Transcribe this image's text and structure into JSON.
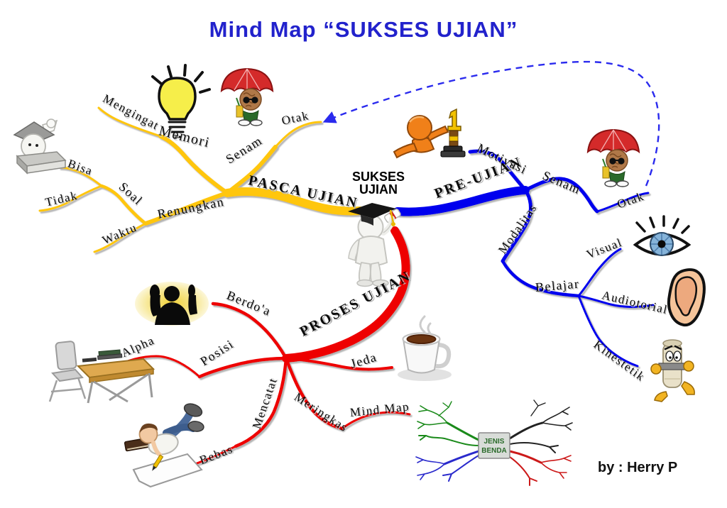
{
  "title": "Mind Map “SUKSES UJIAN”",
  "credit": "by : Herry P",
  "center_node": {
    "line1": "SUKSES",
    "line2": "UJIAN"
  },
  "colors": {
    "title_blue": "#2222cc",
    "pasca_yellow": "#ffc60a",
    "pre_blue": "#0000ee",
    "proses_red": "#ee0000",
    "dashed_arrow_blue": "#2a2aee",
    "label_black": "#0a0a0a"
  },
  "branches": {
    "pasca": {
      "label": "PASCA UJIAN",
      "memori": "Memori",
      "mengingat": "Mengingat",
      "senam": "Senam",
      "otak": "Otak",
      "renungkan": "Renungkan",
      "soal": "Soal",
      "bisa": "Bisa",
      "tidak": "Tidak",
      "waktu": "Waktu"
    },
    "pre": {
      "label": "PRE-UJIAN",
      "motivasi": "Motivasi",
      "senam": "Senam",
      "otak": "Otak",
      "modalitas": "Modalitas",
      "belajar": "Belajar",
      "visual": "Visual",
      "audiotorial": "Audiotorial",
      "kinestetik": "Kinestetik"
    },
    "proses": {
      "label": "PROSES UJIAN",
      "berdoa": "Berdo'a",
      "posisi": "Posisi",
      "alpha": "Alpha",
      "jeda": "Jeda",
      "mencatat": "Mencatat",
      "bebas": "Bebas",
      "meringkas": "Meringkas",
      "mindmap": "Mind Map"
    }
  },
  "mini_mindmap": {
    "center_line1": "JENIS",
    "center_line2": "BENDA"
  },
  "illustrations": [
    "graduate-character",
    "thumbs-up-graduate-on-book",
    "idea-lightbulb",
    "brain-with-umbrella-left",
    "brain-with-umbrella-right",
    "number-one-trophy-figure",
    "eye",
    "ear",
    "running-scroll",
    "praying-silhouette",
    "desk-and-chair",
    "coffee-cup",
    "writing-child",
    "mini-mind-map"
  ]
}
